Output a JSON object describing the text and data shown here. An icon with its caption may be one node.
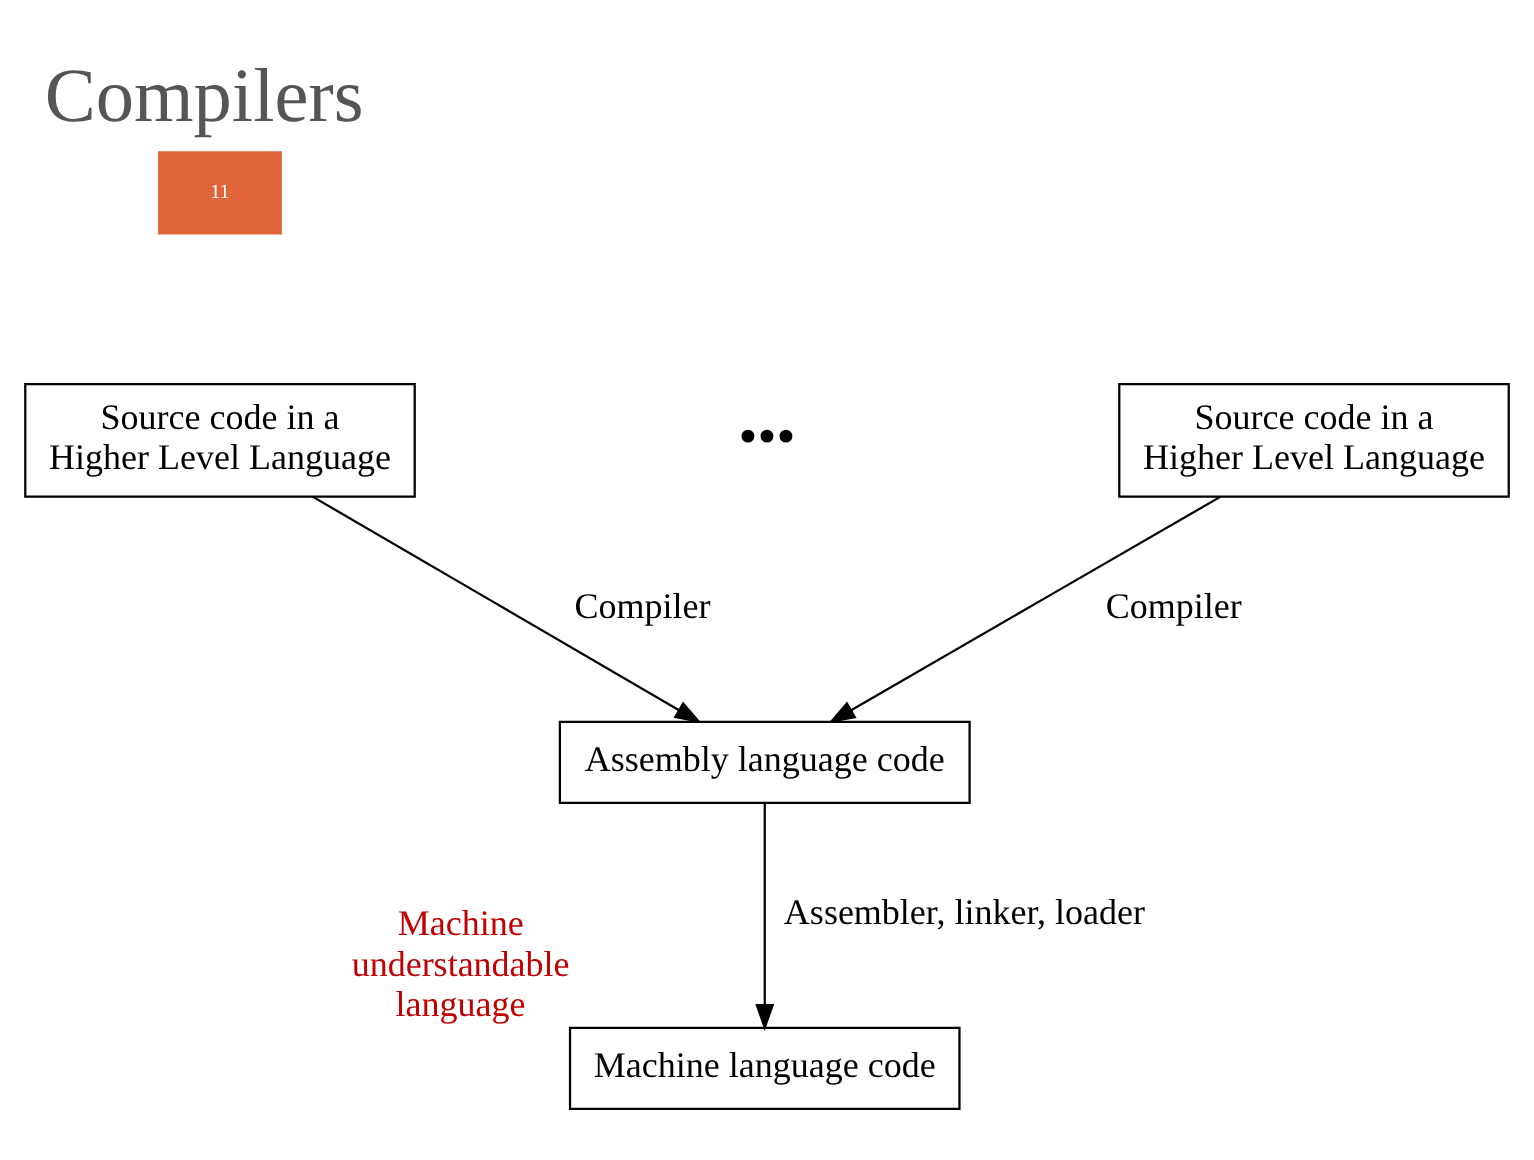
{
  "diagram": {
    "title": "Compilers",
    "nodes": [
      {
        "text": [
          "Source code in a Higher Level Language"
        ]
      },
      {
        "text": [
          "Source code in a Higher Level Language"
        ]
      },
      {
        "text": [
          "Assembly language code"
        ]
      },
      {
        "text": [
          "Machine language code"
        ],
        "beside": [
          "Machine understandable language"
        ]
      }
    ],
    "edges": [
      {
        "from": 0,
        "to": 2,
        "arrow": "to",
        "label": "Compiler"
      },
      {
        "from": 1,
        "to": 2,
        "arrow": "to",
        "label": "Compiler"
      },
      {
        "from": 2,
        "to": 3,
        "arrow": "to",
        "label": "Assembler, linker, loader"
      }
    ],
    "labels": [
      "11",
      "•••"
    ]
  }
}
